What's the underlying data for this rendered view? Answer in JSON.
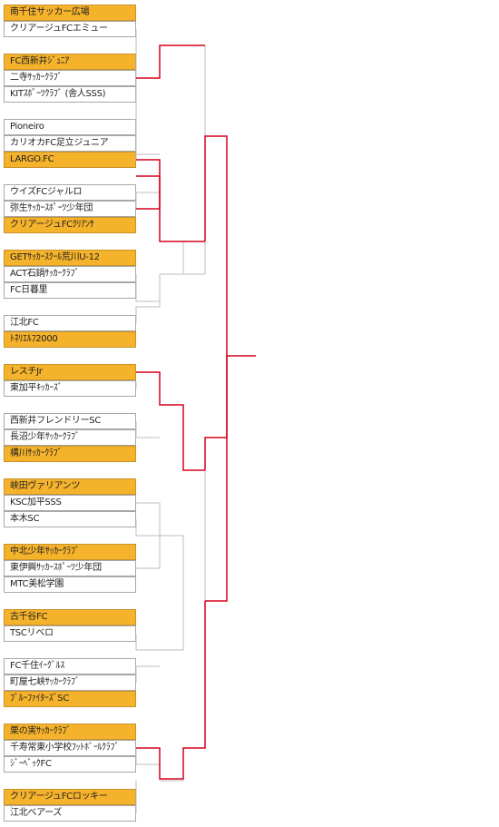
{
  "colors": {
    "highlight": "#f5b22b",
    "winner_line": "#d6001c",
    "line": "#bdbdbd",
    "border": "#a8a8a8"
  },
  "teams": [
    {
      "name": "南千住サッカー広場",
      "highlighted": true
    },
    {
      "name": "クリアージュFCエミュー",
      "highlighted": false
    },
    {
      "name": "FC西新井ｼﾞｭﾆｱ",
      "highlighted": true
    },
    {
      "name": "二寺ｻｯｶｰｸﾗﾌﾞ",
      "highlighted": false
    },
    {
      "name": "KITｽﾎﾟｰﾂｸﾗﾌﾞ (舎人SSS)",
      "highlighted": false
    },
    {
      "name": "Pioneiro",
      "highlighted": false
    },
    {
      "name": "カリオカFC足立ジュニア",
      "highlighted": false
    },
    {
      "name": "LARGO.FC",
      "highlighted": true
    },
    {
      "name": "ウイズFCジャルロ",
      "highlighted": false
    },
    {
      "name": "弥生ｻｯｶｰｽﾎﾟｰﾂ少年団",
      "highlighted": false
    },
    {
      "name": "クリアージュFCｸﾘｱﾝｻ",
      "highlighted": true
    },
    {
      "name": "GETｻｯｶｰｽｸｰﾙ荒川U-12",
      "highlighted": true
    },
    {
      "name": "ACT石鍋ｻｯｶｰｸﾗﾌﾞ",
      "highlighted": false
    },
    {
      "name": "FC日暮里",
      "highlighted": false
    },
    {
      "name": "江北FC",
      "highlighted": false
    },
    {
      "name": "ﾄﾈﾘｴﾙﾌ2000",
      "highlighted": true
    },
    {
      "name": "レスチJr",
      "highlighted": true
    },
    {
      "name": "東加平ｷｯｶｰｽﾞ",
      "highlighted": false
    },
    {
      "name": "西新井フレンドリーSC",
      "highlighted": false
    },
    {
      "name": "長沼少年ｻｯｶｰｸﾗﾌﾞ",
      "highlighted": false
    },
    {
      "name": "構川ｻｯｶｰｸﾗﾌﾞ",
      "highlighted": true
    },
    {
      "name": "峡田ヴァリアンツ",
      "highlighted": true
    },
    {
      "name": "KSC加平SSS",
      "highlighted": false
    },
    {
      "name": "本木SC",
      "highlighted": false
    },
    {
      "name": "中北少年ｻｯｶｰｸﾗﾌﾞ",
      "highlighted": true
    },
    {
      "name": "東伊興ｻｯｶｰｽﾎﾟｰﾂ少年団",
      "highlighted": false
    },
    {
      "name": "MTC美松学園",
      "highlighted": false
    },
    {
      "name": "古千谷FC",
      "highlighted": true
    },
    {
      "name": "TSCリベロ",
      "highlighted": false
    },
    {
      "name": "FC千住ｲｰｸﾞﾙｽ",
      "highlighted": false
    },
    {
      "name": "町屋七峡ｻｯｶｰｸﾗﾌﾞ",
      "highlighted": false
    },
    {
      "name": "ﾌﾞﾙｰﾌｧｲﾀｰｽﾞSC",
      "highlighted": true
    },
    {
      "name": "栗の実ｻｯｶｰｸﾗﾌﾞ",
      "highlighted": true
    },
    {
      "name": "千寿常東小学校ﾌｯﾄﾎﾞｰﾙｸﾗﾌﾞ",
      "highlighted": false
    },
    {
      "name": "ｼﾞｰﾍﾞｯｸFC",
      "highlighted": false
    },
    {
      "name": "クリアージュFCロッキー",
      "highlighted": true
    },
    {
      "name": "江北ベアーズ",
      "highlighted": false
    }
  ]
}
